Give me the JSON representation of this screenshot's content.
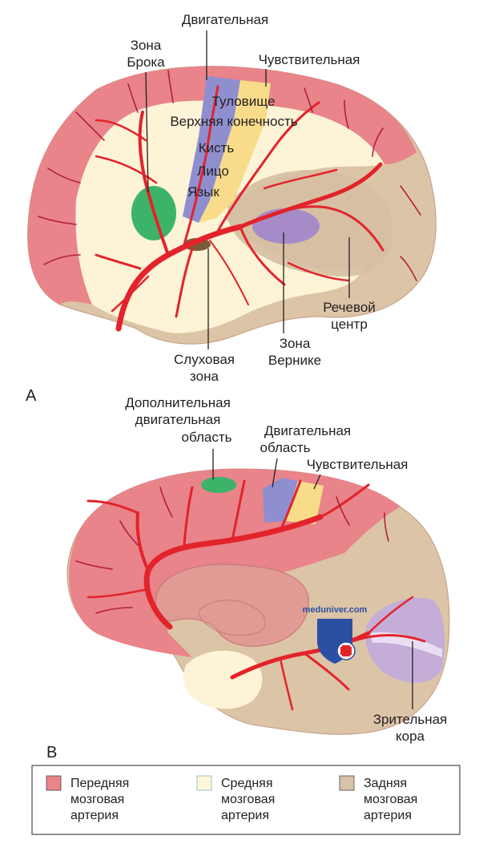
{
  "panel_a": {
    "letter": "A",
    "labels": {
      "motor": "Двигательная",
      "broca_1": "Зона",
      "broca_2": "Брока",
      "sensory": "Чувствительная",
      "trunk": "Туловище",
      "upper_limb": "Верхняя конечность",
      "hand": "Кисть",
      "face": "Лицо",
      "tongue": "Язык",
      "speech_1": "Речевой",
      "speech_2": "центр",
      "wernicke_1": "Зона",
      "wernicke_2": "Вернике",
      "auditory_1": "Слуховая",
      "auditory_2": "зона"
    }
  },
  "panel_b": {
    "letter": "B",
    "labels": {
      "suppl_1": "Дополнительная",
      "suppl_2": "двигательная",
      "suppl_3": "область",
      "motor_1": "Двигательная",
      "motor_2": "область",
      "sensory": "Чувствительная",
      "visual_1": "Зрительная",
      "visual_2": "кора"
    },
    "watermark": "meduniver.com"
  },
  "legend": {
    "items": [
      {
        "line1": "Передняя",
        "line2": "мозговая",
        "line3": "артерия",
        "color": "#e8848a"
      },
      {
        "line1": "Средняя",
        "line2": "мозговая",
        "line3": "артерия",
        "color": "#fdf6d8"
      },
      {
        "line1": "Задняя",
        "line2": "мозговая",
        "line3": "артерия",
        "color": "#d8c2a8"
      }
    ]
  },
  "colors": {
    "anterior": "#e8848a",
    "middle": "#fdf3d6",
    "posterior": "#dcc4a6",
    "artery": "#e3232b",
    "motor_strip": "#8f8fd0",
    "sensory_strip": "#f8dc8a",
    "broca": "#3db36a",
    "wernicke": "#a58cc8",
    "visual": "#c4aed8"
  }
}
